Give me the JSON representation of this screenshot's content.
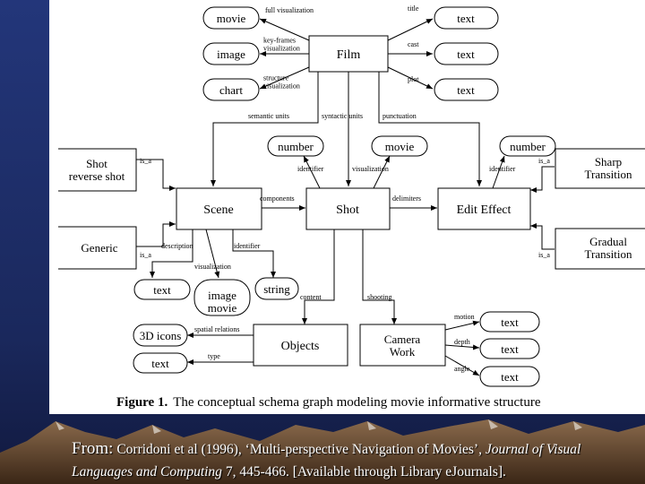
{
  "figure": {
    "caption_label": "Figure 1.",
    "caption_text": "The conceptual schema graph modeling movie informative structure",
    "nodes": {
      "film": "Film",
      "scene": "Scene",
      "shot": "Shot",
      "edit_effect": "Edit Effect",
      "objects": "Objects",
      "camera_work": "Camera Work",
      "shot_reverse": "Shot reverse shot",
      "generic": "Generic",
      "sharp_transition": "Sharp Transition",
      "gradual_transition": "Gradual Transition",
      "movie_top": "movie",
      "image_top": "image",
      "chart_top": "chart",
      "text_title": "text",
      "text_cast": "text",
      "text_plot": "text",
      "number_shot": "number",
      "movie_shot": "movie",
      "number_edit": "number",
      "text_scene": "text",
      "image_movie_scene": "image movie",
      "string_scene": "string",
      "icons_3d": "3D icons",
      "text_type": "text",
      "text_motion": "text",
      "text_depth": "text",
      "text_angle": "text"
    },
    "edges": {
      "full_visualization": "full visualization",
      "key_frames": "key-frames visualization",
      "structure": "structure visualization",
      "title": "title",
      "cast": "cast",
      "plot": "plot",
      "semantic_units": "semantic units",
      "syntactic_units": "syntactic units",
      "punctuation": "punctuation",
      "identifier_shot": "identifier",
      "visualization_shot": "visualization",
      "identifier_edit": "identifier",
      "is_a_1": "is_a",
      "is_a_2": "is_a",
      "is_a_3": "is_a",
      "is_a_4": "is_a",
      "components": "components",
      "delimiters": "delimiters",
      "description": "description",
      "identifier_scene": "identifier",
      "visualization_scene": "visualization",
      "content": "content",
      "shooting": "shooting",
      "spatial_relations": "spatial relations",
      "type": "type",
      "motion": "motion",
      "depth": "depth",
      "angle": "angle"
    }
  },
  "citation": {
    "from": "From:",
    "authors": " Corridoni et al (1996), ‘Multi-perspective Navigation of Movies’, ",
    "journal": "Journal of Visual Languages and Computing",
    "rest": " 7, 445-466.  [Available through Library eJournals]."
  },
  "colors": {
    "slide_background": "#1b2a63",
    "mountains": "#6b4a32",
    "figure_background": "#ffffff"
  }
}
